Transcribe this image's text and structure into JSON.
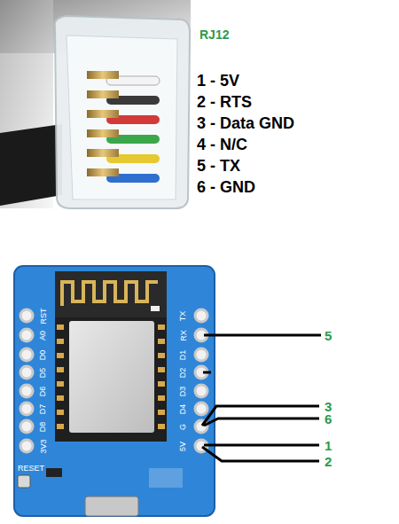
{
  "diagram": {
    "labels": [
      "RJ12",
      "1 - 5V",
      "2 - RTS",
      "3 - Data GND",
      "4 - N/C",
      "5 - TX",
      "6 - GND",
      "RST",
      "A0",
      "D0",
      "D5",
      "D6",
      "D7",
      "D8",
      "3V3",
      "TX",
      "RX",
      "D1",
      "D2",
      "D3",
      "D4",
      "G",
      "5V",
      "RESET",
      "5",
      "3",
      "6",
      "1",
      "2"
    ]
  }
}
